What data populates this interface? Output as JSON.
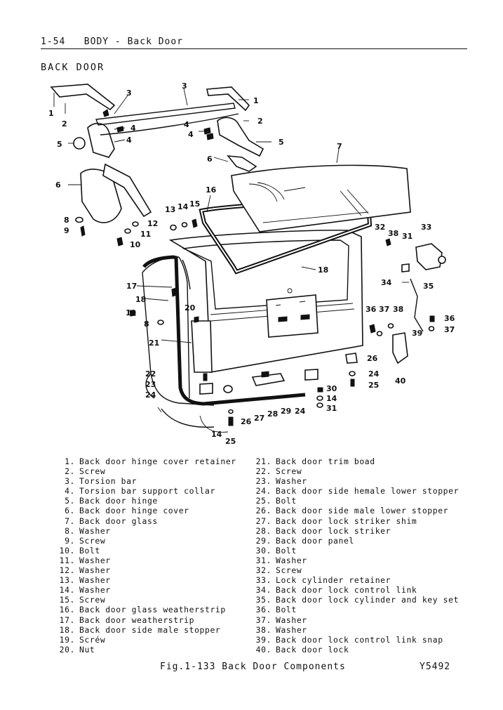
{
  "header": {
    "page": "1-54",
    "title": "BODY - Back Door"
  },
  "section_title": "BACK DOOR",
  "callouts": [
    "1",
    "2",
    "3",
    "4",
    "5",
    "6",
    "7",
    "8",
    "9",
    "10",
    "11",
    "12",
    "13",
    "14",
    "15",
    "16",
    "17",
    "18",
    "19",
    "20",
    "21",
    "22",
    "23",
    "24",
    "25",
    "26",
    "27",
    "28",
    "29",
    "30",
    "31",
    "32",
    "33",
    "34",
    "35",
    "36",
    "37",
    "38",
    "39",
    "40"
  ],
  "legend_left": [
    {
      "num": "1.",
      "label": "Back door hinge cover retainer"
    },
    {
      "num": "2.",
      "label": "Screw"
    },
    {
      "num": "3.",
      "label": "Torsion bar"
    },
    {
      "num": "4.",
      "label": "Torsion bar support collar"
    },
    {
      "num": "5.",
      "label": "Back door hinge"
    },
    {
      "num": "6.",
      "label": "Back door hinge cover"
    },
    {
      "num": "7.",
      "label": "Back door glass"
    },
    {
      "num": "8.",
      "label": "Washer"
    },
    {
      "num": "9.",
      "label": "Screw"
    },
    {
      "num": "10.",
      "label": "Bolt"
    },
    {
      "num": "11.",
      "label": "Washer"
    },
    {
      "num": "12.",
      "label": "Washer"
    },
    {
      "num": "13.",
      "label": "Washer"
    },
    {
      "num": "14.",
      "label": "Washer"
    },
    {
      "num": "15.",
      "label": "Screw"
    },
    {
      "num": "16.",
      "label": "Back door glass weatherstrip"
    },
    {
      "num": "17.",
      "label": "Back door weatherstrip"
    },
    {
      "num": "18.",
      "label": "Back door side male stopper"
    },
    {
      "num": "19.",
      "label": "Scréw"
    },
    {
      "num": "20.",
      "label": "Nut"
    }
  ],
  "legend_right": [
    {
      "num": "21.",
      "label": "Back door trim boad"
    },
    {
      "num": "22.",
      "label": "Screw"
    },
    {
      "num": "23.",
      "label": "Washer"
    },
    {
      "num": "24.",
      "label": "Back door side hemale lower stopper"
    },
    {
      "num": "25.",
      "label": "Bolt"
    },
    {
      "num": "26.",
      "label": "Back door side male lower stopper"
    },
    {
      "num": "27.",
      "label": "Back door lock striker shim"
    },
    {
      "num": "28.",
      "label": "Back door lock striker"
    },
    {
      "num": "29.",
      "label": "Back door panel"
    },
    {
      "num": "30.",
      "label": "Bolt"
    },
    {
      "num": "31.",
      "label": "Washer"
    },
    {
      "num": "32.",
      "label": "Screw"
    },
    {
      "num": "33.",
      "label": "Lock cylinder retainer"
    },
    {
      "num": "34.",
      "label": "Back door lock control link"
    },
    {
      "num": "35.",
      "label": "Back door lock cylinder and key set"
    },
    {
      "num": "36.",
      "label": "Bolt"
    },
    {
      "num": "37.",
      "label": "Washer"
    },
    {
      "num": "38.",
      "label": "Washer"
    },
    {
      "num": "39.",
      "label": "Back door lock control link snap"
    },
    {
      "num": "40.",
      "label": "Back door lock"
    }
  ],
  "caption": "Fig.1-133  Back Door Components",
  "figure_code": "Y5492"
}
